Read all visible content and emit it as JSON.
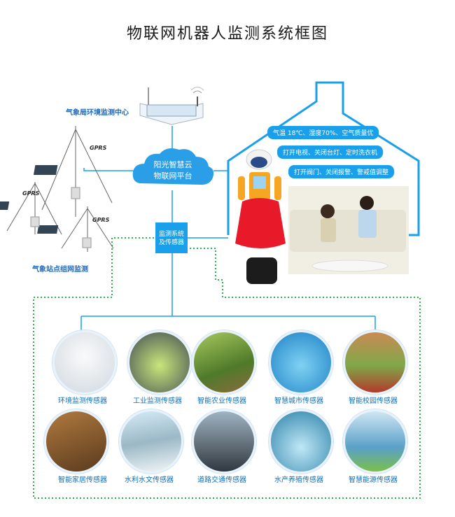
{
  "title": "物联网机器人监测系统框图",
  "center_label": "气象局环境监测中心",
  "station_label": "气象站点组网监测",
  "gprs_labels": [
    "GPRS",
    "GPRS",
    "GPRS"
  ],
  "cloud": {
    "line1": "阳光智慧云",
    "line2": "物联网平台"
  },
  "monitor_box": {
    "line1": "监测系统",
    "line2": "及传感器"
  },
  "bubbles": [
    "气温 18℃、湿度70%、空气质量优",
    "打开电视、关闭台灯、定时洗衣机",
    "打开阀门、关闭报警、警戒值调整"
  ],
  "sensors_row1": [
    "环境监测传感器",
    "工业监测传感器",
    "智能农业传感器",
    "智慧城市传感器",
    "智能校园传感器"
  ],
  "sensors_row2": [
    "智能家居传感器",
    "水利水文传感器",
    "道路交通传感器",
    "水产养殖传感器",
    "智慧能源传感器"
  ],
  "colors": {
    "accent": "#1aa0ea",
    "house": "#1aa0ea",
    "dotted": "#2bb24c",
    "label": "#0c6fb8"
  }
}
